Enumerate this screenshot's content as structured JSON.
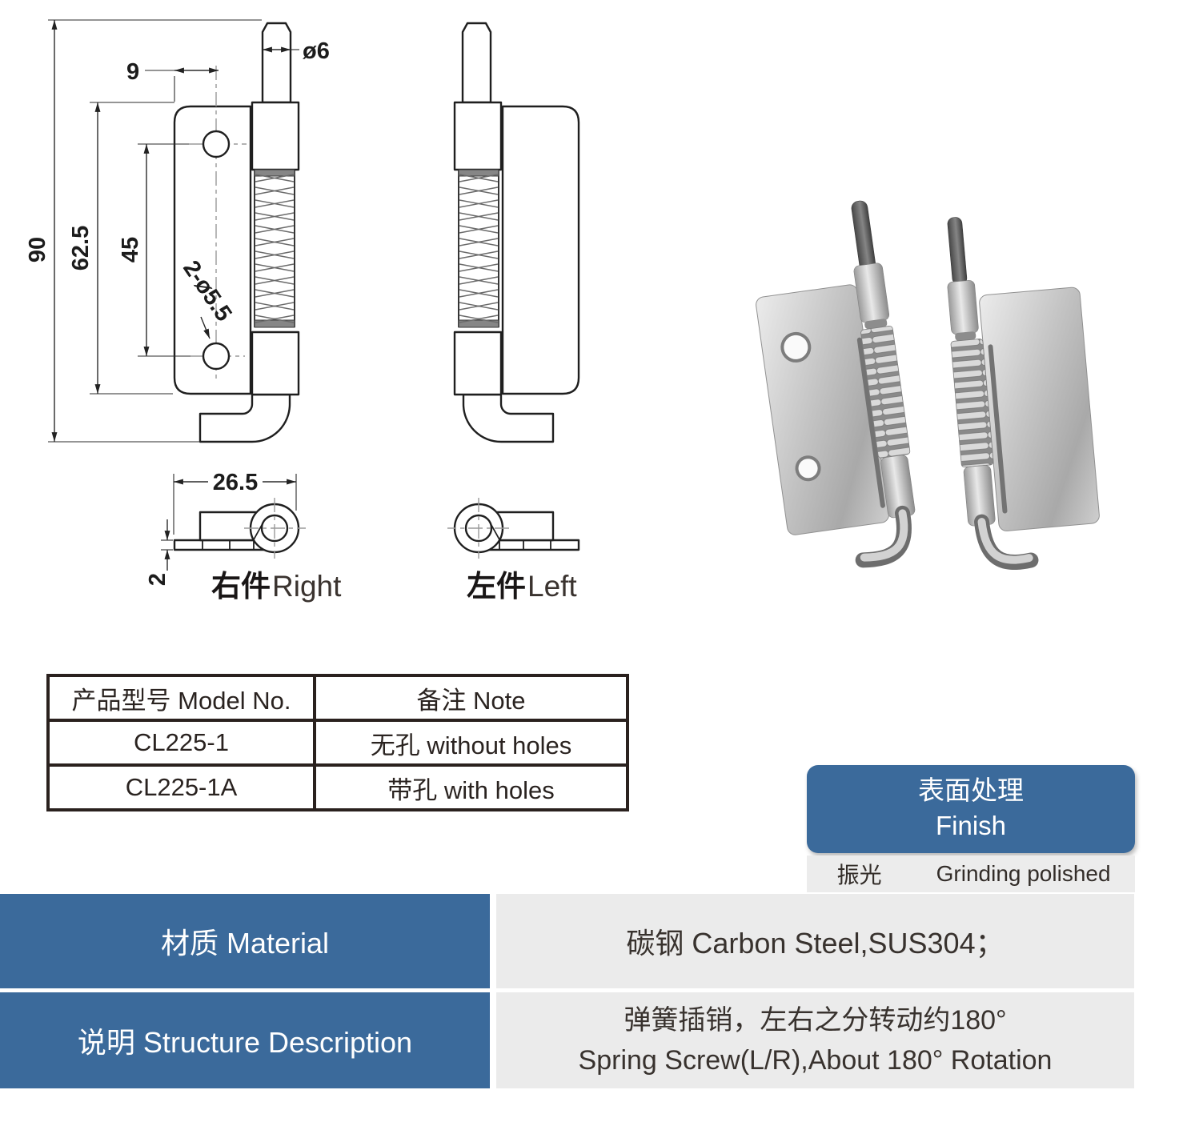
{
  "drawing": {
    "dims": {
      "pin_diameter": "ø6",
      "hole_offset": "9",
      "total_height": "90",
      "plate_height": "62.5",
      "hole_spacing": "45",
      "holes_note": "2-ø5.5",
      "base_width": "26.5",
      "thickness": "2"
    },
    "right_label_cn": "右件",
    "right_label_en": "Right",
    "left_label_cn": "左件",
    "left_label_en": "Left"
  },
  "table": {
    "headers": [
      "产品型号 Model No.",
      "备注 Note"
    ],
    "rows": [
      {
        "model": "CL225-1",
        "note": "无孔 without holes"
      },
      {
        "model": "CL225-1A",
        "note": "带孔 with holes"
      }
    ]
  },
  "finish": {
    "title_cn": "表面处理",
    "title_en": "Finish",
    "process_cn": "振光",
    "process_en": "Grinding polished"
  },
  "specs": {
    "material_label": "材质 Material",
    "material_value": "碳钢  Carbon Steel,SUS304；",
    "description_label": "说明 Structure Description",
    "description_line1": "弹簧插销，左右之分转动约180°",
    "description_line2": "Spring Screw(L/R),About 180° Rotation"
  },
  "colors": {
    "accent_blue": "#3B6A9B",
    "cell_gray": "#EBEBEB",
    "line_dark": "#1F1F1F"
  }
}
